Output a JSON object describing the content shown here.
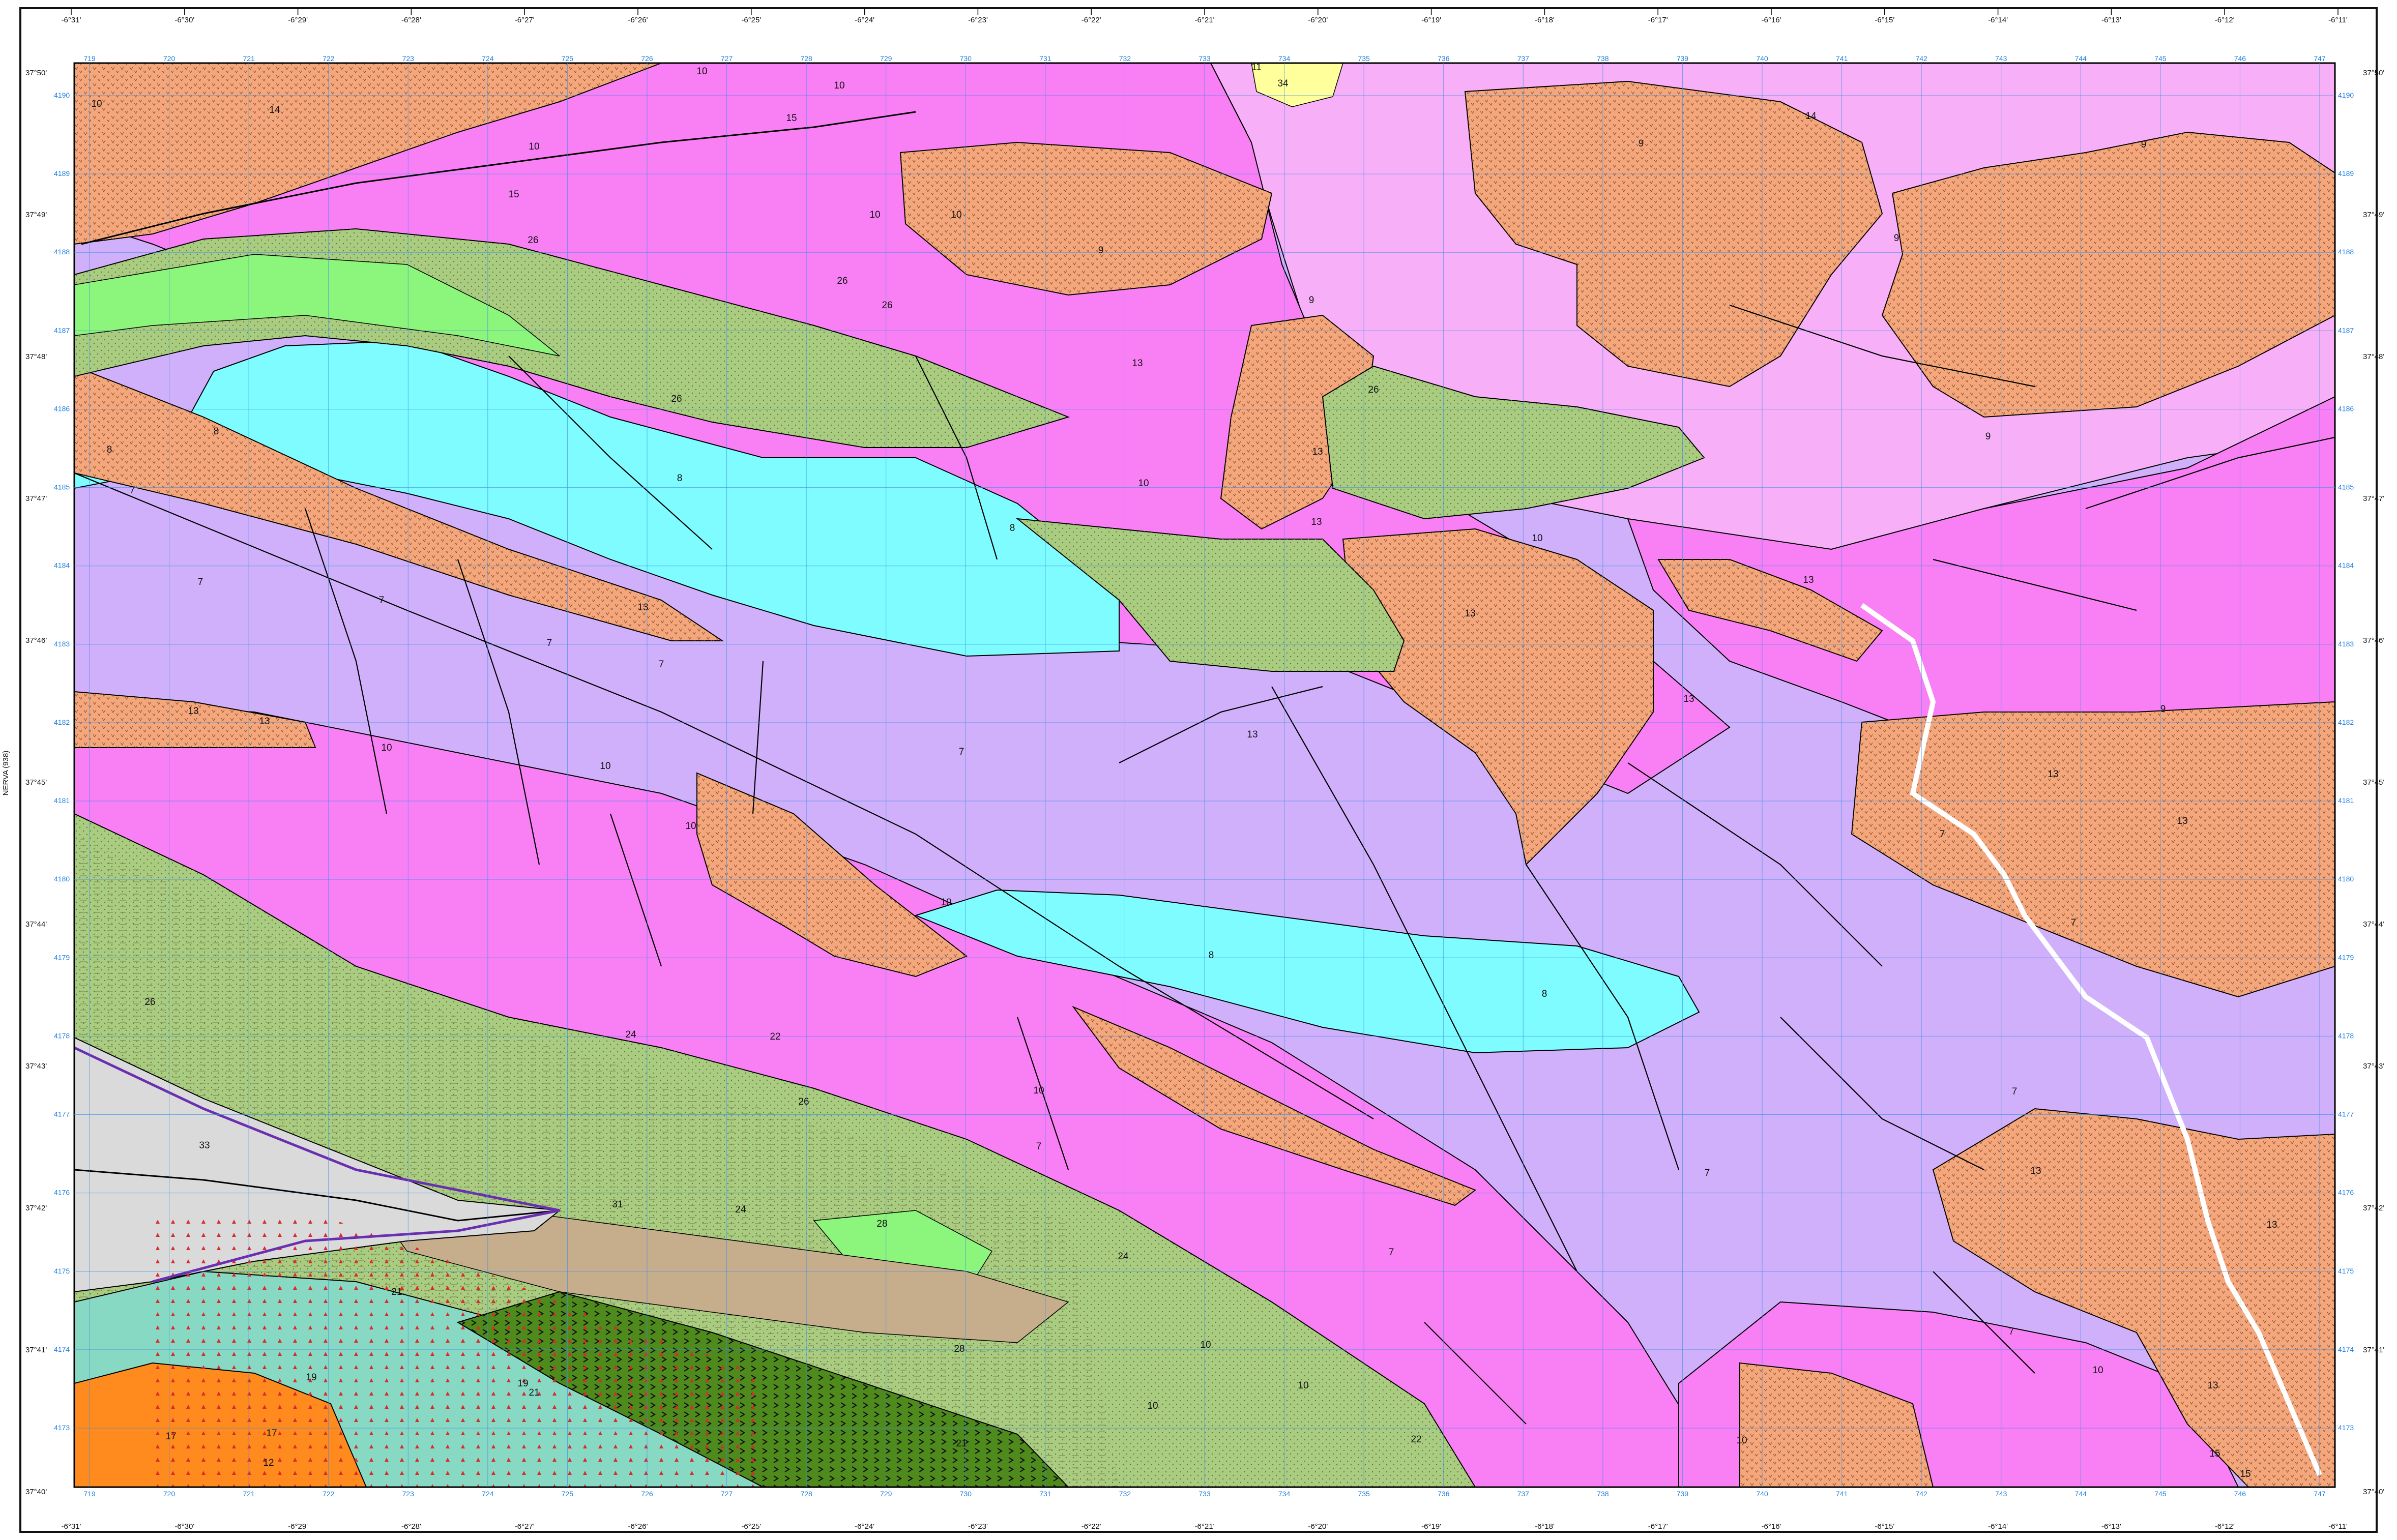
{
  "sheet": {
    "side_label": "NERVA (938)"
  },
  "longitude_labels": [
    "-6°31'",
    "-6°30'",
    "-6°29'",
    "-6°28'",
    "-6°27'",
    "-6°26'",
    "-6°25'",
    "-6°24'",
    "-6°23'",
    "-6°22'",
    "-6°21'",
    "-6°20'",
    "-6°19'",
    "-6°18'",
    "-6°17'",
    "-6°16'",
    "-6°15'",
    "-6°14'",
    "-6°13'",
    "-6°12'",
    "-6°11'"
  ],
  "latitude_labels": [
    "37°50'",
    "37°49'",
    "37°48'",
    "37°47'",
    "37°46'",
    "37°45'",
    "37°44'",
    "37°43'",
    "37°42'",
    "37°41'",
    "37°40'"
  ],
  "utm_easting_labels": [
    "719",
    "720",
    "721",
    "722",
    "723",
    "724",
    "725",
    "726",
    "727",
    "728",
    "729",
    "730",
    "731",
    "732",
    "733",
    "734",
    "735",
    "736",
    "737",
    "738",
    "739",
    "740",
    "741",
    "742",
    "743",
    "744",
    "745",
    "746",
    "747"
  ],
  "utm_northing_labels": [
    "4190",
    "4189",
    "4188",
    "4187",
    "4186",
    "4185",
    "4184",
    "4183",
    "4182",
    "4181",
    "4180",
    "4179",
    "4178",
    "4177",
    "4176",
    "4175",
    "4174",
    "4173"
  ],
  "unit_colors": {
    "7": "#d0b0fa",
    "8": "#7ffcff",
    "9": "#f7b0f7",
    "10": "#f97ff5",
    "13": "#f4a77c",
    "14": "#f4a77c",
    "15": "#f4a77c",
    "17": "#ff8a1e",
    "19": "#88d9c4",
    "21": "#4e8a1c",
    "22": "#b4d488",
    "24": "#b4d488",
    "26": "#a9cc80",
    "28": "#8cf57c",
    "31": "#c6ad8c",
    "33": "#dadada",
    "34": "#ffff9c"
  },
  "map_units": [
    {
      "label": "10"
    },
    {
      "label": "14"
    },
    {
      "label": "10"
    },
    {
      "label": "15"
    },
    {
      "label": "10"
    },
    {
      "label": "10"
    },
    {
      "label": "15"
    },
    {
      "label": "10"
    },
    {
      "label": "10"
    },
    {
      "label": "26"
    },
    {
      "label": "26"
    },
    {
      "label": "26"
    },
    {
      "label": "26"
    },
    {
      "label": "26"
    },
    {
      "label": "8"
    },
    {
      "label": "8"
    },
    {
      "label": "8"
    },
    {
      "label": "8"
    },
    {
      "label": "8"
    },
    {
      "label": "8"
    },
    {
      "label": "7"
    },
    {
      "label": "7"
    },
    {
      "label": "7"
    },
    {
      "label": "7"
    },
    {
      "label": "7"
    },
    {
      "label": "7"
    },
    {
      "label": "7"
    },
    {
      "label": "7"
    },
    {
      "label": "7"
    },
    {
      "label": "13"
    },
    {
      "label": "13"
    },
    {
      "label": "13"
    },
    {
      "label": "13"
    },
    {
      "label": "13"
    },
    {
      "label": "13"
    },
    {
      "label": "13"
    },
    {
      "label": "10"
    },
    {
      "label": "10"
    },
    {
      "label": "10"
    },
    {
      "label": "10"
    },
    {
      "label": "10"
    },
    {
      "label": "10"
    },
    {
      "label": "9"
    },
    {
      "label": "9"
    },
    {
      "label": "9"
    },
    {
      "label": "9"
    },
    {
      "label": "9"
    },
    {
      "label": "9"
    },
    {
      "label": "9"
    },
    {
      "label": "14"
    },
    {
      "label": "13"
    },
    {
      "label": "13"
    },
    {
      "label": "13"
    },
    {
      "label": "13"
    },
    {
      "label": "13"
    },
    {
      "label": "13"
    },
    {
      "label": "13"
    },
    {
      "label": "7"
    },
    {
      "label": "7"
    },
    {
      "label": "7"
    },
    {
      "label": "7"
    },
    {
      "label": "26"
    },
    {
      "label": "26"
    },
    {
      "label": "24"
    },
    {
      "label": "24"
    },
    {
      "label": "24"
    },
    {
      "label": "22"
    },
    {
      "label": "22"
    },
    {
      "label": "28"
    },
    {
      "label": "28"
    },
    {
      "label": "31"
    },
    {
      "label": "33"
    },
    {
      "label": "21"
    },
    {
      "label": "21"
    },
    {
      "label": "21"
    },
    {
      "label": "19"
    },
    {
      "label": "19"
    },
    {
      "label": "17"
    },
    {
      "label": "17"
    },
    {
      "label": "12"
    },
    {
      "label": "10"
    },
    {
      "label": "10"
    },
    {
      "label": "10"
    },
    {
      "label": "10"
    },
    {
      "label": "10"
    },
    {
      "label": "10"
    },
    {
      "label": "34"
    },
    {
      "label": "11"
    },
    {
      "label": "15"
    },
    {
      "label": "13"
    },
    {
      "label": "15"
    }
  ]
}
